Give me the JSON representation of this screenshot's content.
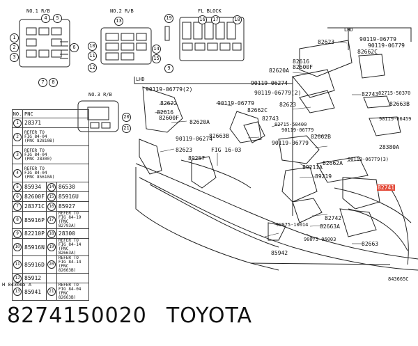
{
  "diagram": {
    "labels": {
      "l1": "NO.1 R/B",
      "l2": "NO.2 R/B",
      "l3": "FL BLOCK",
      "l4": "NO.3 R/B",
      "lhd1": "LHD",
      "lhd2": "LHD",
      "p82622a": "82622",
      "p82616a": "82616",
      "p82600fa": "82600F",
      "p82620aa": "82620A",
      "p82623a": "82623",
      "p90119b": "90119-06779(2)",
      "p90119c": "90119-06274",
      "p89257": "89257",
      "p90119d": "90119-06779",
      "p82663ba": "82663B",
      "pfig": "FIG 16-03",
      "lhdtop": "LHD",
      "p90119e": "90119-06779",
      "p90119f": "90119-06779",
      "p82623b": "82623",
      "p82662c": "82662C",
      "p82620ab": "82620A",
      "p82616b": "82616",
      "p82600fb": "82600F",
      "p90119g": "90119-06274",
      "p90119h": "90119-06779(2)",
      "p82623c": "82623",
      "p82662c2": "82662C",
      "p82743a": "82743",
      "p82715a": "82715-50400",
      "p90119i": "90119-06779",
      "p82662b": "82662B",
      "p82743b": "82743",
      "p82715b": "82715-50370",
      "p82663b2": "82663B",
      "p90119j": "90119-06459",
      "p28380a": "28380A",
      "p90119k": "90119-06779",
      "p82662a": "82662A",
      "p89211a": "89211A",
      "p89219": "89219",
      "p90119l": "90119-06779(3)",
      "p82741": "82741",
      "p82742": "82742",
      "p82663a": "82663A",
      "p90075a": "90075-10014",
      "p90075b": "90075-06003",
      "p85942": "85942",
      "p82663": "82663",
      "code": "843665C",
      "footer": "H 843665 A"
    },
    "callouts": [
      "1",
      "2",
      "3",
      "4",
      "5",
      "6",
      "7",
      "8",
      "9",
      "10",
      "11",
      "12",
      "13",
      "14",
      "15",
      "16",
      "17",
      "18",
      "19",
      "20",
      "21"
    ]
  },
  "table": {
    "header_no": "NO.",
    "header_pnc": "PNC",
    "rows": [
      {
        "no1": "1",
        "pnc1": "28371"
      },
      {
        "no1": "2",
        "ref1": [
          "REFER TO",
          "FIG 84-04",
          "(PNC 82810B)"
        ]
      },
      {
        "no1": "3",
        "ref1": [
          "REFER TO",
          "FIG 84-04",
          "(PNC 28300)"
        ]
      },
      {
        "no1": "4",
        "ref1": [
          "REFER TO",
          "FIG 84-04",
          "(PNC 85610A)"
        ]
      },
      {
        "no1": "5",
        "pnc1": "85934",
        "no2": "14",
        "pnc2": "86530"
      },
      {
        "no1": "6",
        "pnc1": "82600F",
        "no2": "15",
        "pnc2": "85916U"
      },
      {
        "no1": "7",
        "pnc1": "28371C",
        "no2": "16",
        "pnc2": "85927"
      },
      {
        "no1": "8",
        "pnc1": "85916P",
        "no2": "17",
        "ref2": [
          "REFER TO",
          "FIG 84-19",
          "(PNC 82793A)"
        ]
      },
      {
        "no1": "9",
        "pnc1": "82210P",
        "no2": "18",
        "pnc2": "28300"
      },
      {
        "no1": "10",
        "pnc1": "85916N",
        "no2": "19",
        "ref2": [
          "REFER TO",
          "FIG 84-14",
          "(PNC 82663A)"
        ]
      },
      {
        "no1": "11",
        "pnc1": "85916D",
        "no2": "20",
        "ref2": [
          "REFER TO",
          "FIG 84-14",
          "(PNC 82663B)"
        ]
      },
      {
        "no1": "12",
        "pnc1": "85912"
      },
      {
        "no1": "13",
        "pnc1": "85941",
        "no2": "21",
        "ref2": [
          "REFER TO",
          "FIG 84-04",
          "(PNC 82663B)"
        ]
      }
    ]
  },
  "bottom": {
    "part_number": "8274150020",
    "brand": "TOYOTA"
  }
}
